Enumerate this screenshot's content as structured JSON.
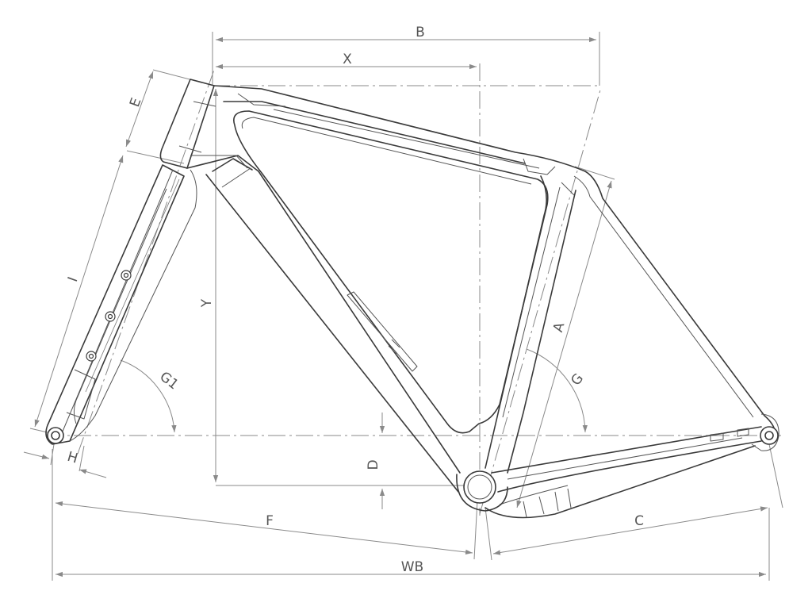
{
  "diagram": {
    "labels": {
      "b": "B",
      "x": "X",
      "e": "E",
      "i": "I",
      "y": "Y",
      "a": "A",
      "g": "G",
      "g1": "G1",
      "h": "H",
      "d": "D",
      "f": "F",
      "c": "C",
      "wb": "WB"
    }
  }
}
